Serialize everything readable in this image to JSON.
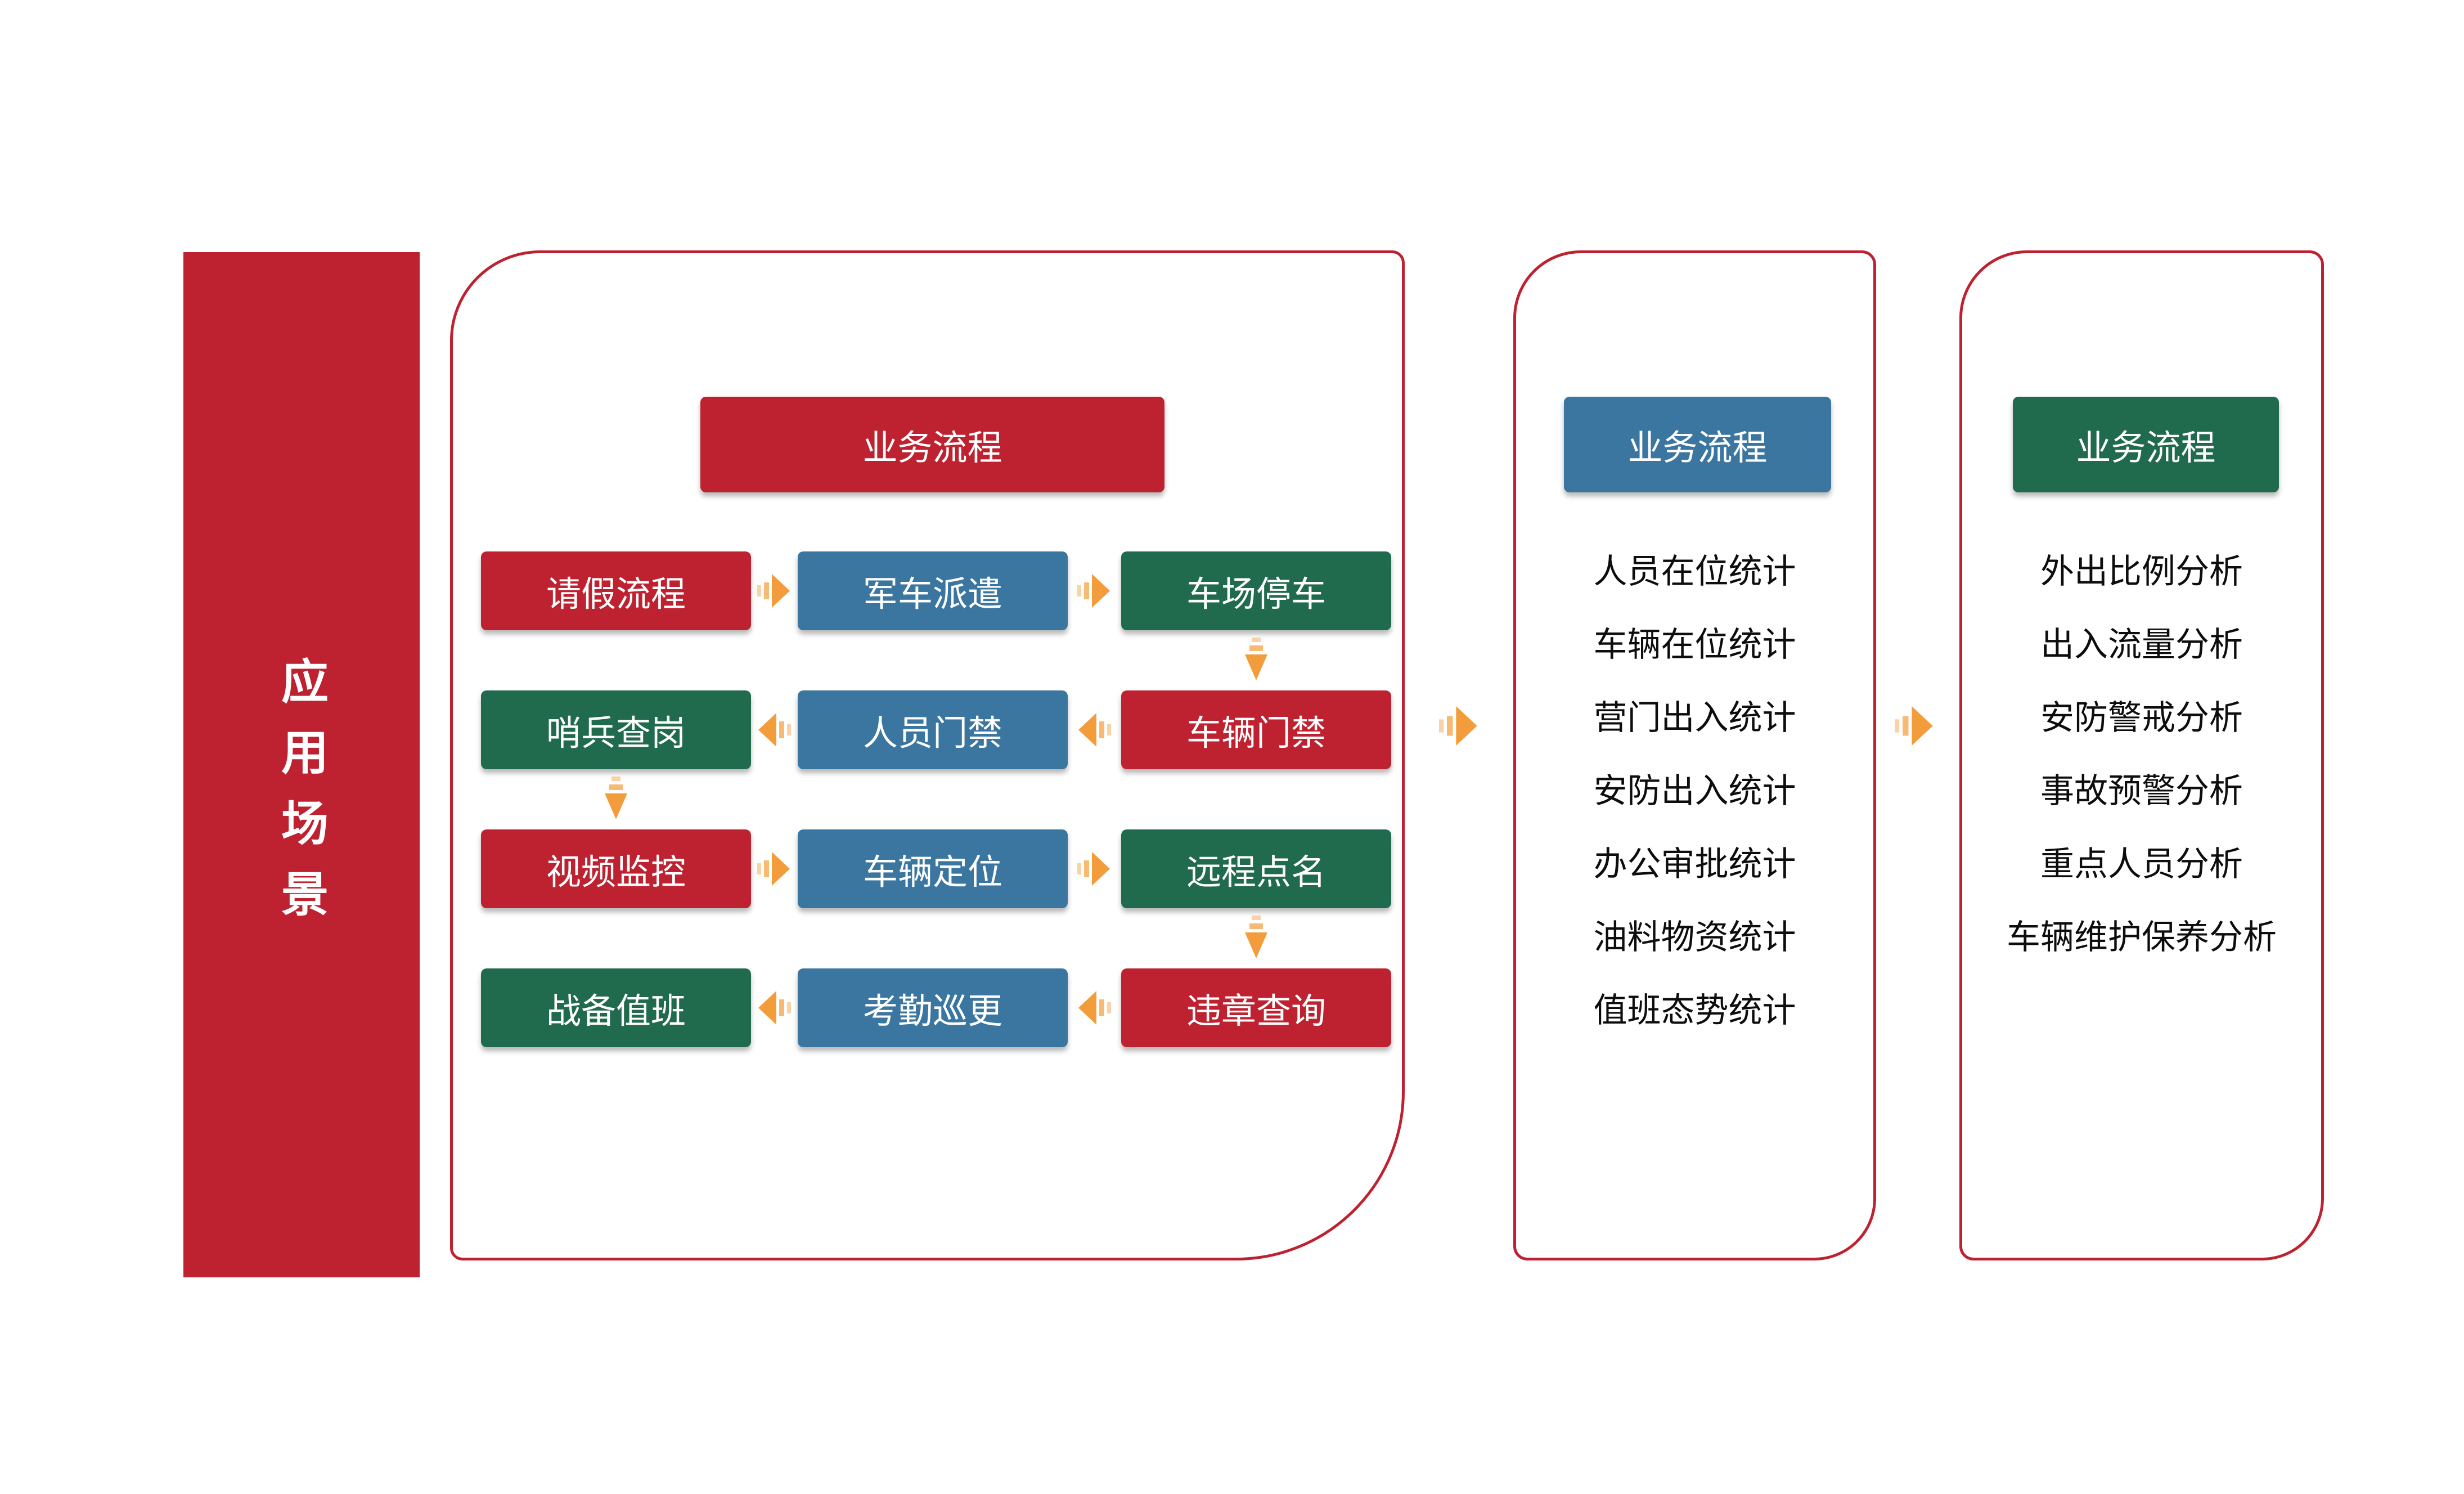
{
  "colors": {
    "red": "#BE2231",
    "blue": "#3B76A1",
    "green": "#206A4E",
    "orange_arrow": "#F39C3B",
    "border": "#BE2231"
  },
  "sidebar": {
    "label": "应用场景"
  },
  "main_flow": {
    "header": "业务流程",
    "rows": [
      {
        "arrow_direction": "right",
        "cells": [
          {
            "label": "请假流程",
            "color": "red"
          },
          {
            "label": "军车派遣",
            "color": "blue"
          },
          {
            "label": "车场停车",
            "color": "green"
          }
        ]
      },
      {
        "arrow_direction": "left",
        "cells": [
          {
            "label": "哨兵查岗",
            "color": "green"
          },
          {
            "label": "人员门禁",
            "color": "blue"
          },
          {
            "label": "车辆门禁",
            "color": "red"
          }
        ]
      },
      {
        "arrow_direction": "right",
        "cells": [
          {
            "label": "视频监控",
            "color": "red"
          },
          {
            "label": "车辆定位",
            "color": "blue"
          },
          {
            "label": "远程点名",
            "color": "green"
          }
        ]
      },
      {
        "arrow_direction": "left",
        "cells": [
          {
            "label": "战备值班",
            "color": "green"
          },
          {
            "label": "考勤巡更",
            "color": "blue"
          },
          {
            "label": "违章查询",
            "color": "red"
          }
        ]
      }
    ]
  },
  "stats_panel": {
    "header": "业务流程",
    "header_color": "blue",
    "items": [
      "人员在位统计",
      "车辆在位统计",
      "营门出入统计",
      "安防出入统计",
      "办公审批统计",
      "油料物资统计",
      "值班态势统计"
    ]
  },
  "analysis_panel": {
    "header": "业务流程",
    "header_color": "green",
    "items": [
      "外出比例分析",
      "出入流量分析",
      "安防警戒分析",
      "事故预警分析",
      "重点人员分析",
      "车辆维护保养分析"
    ]
  }
}
